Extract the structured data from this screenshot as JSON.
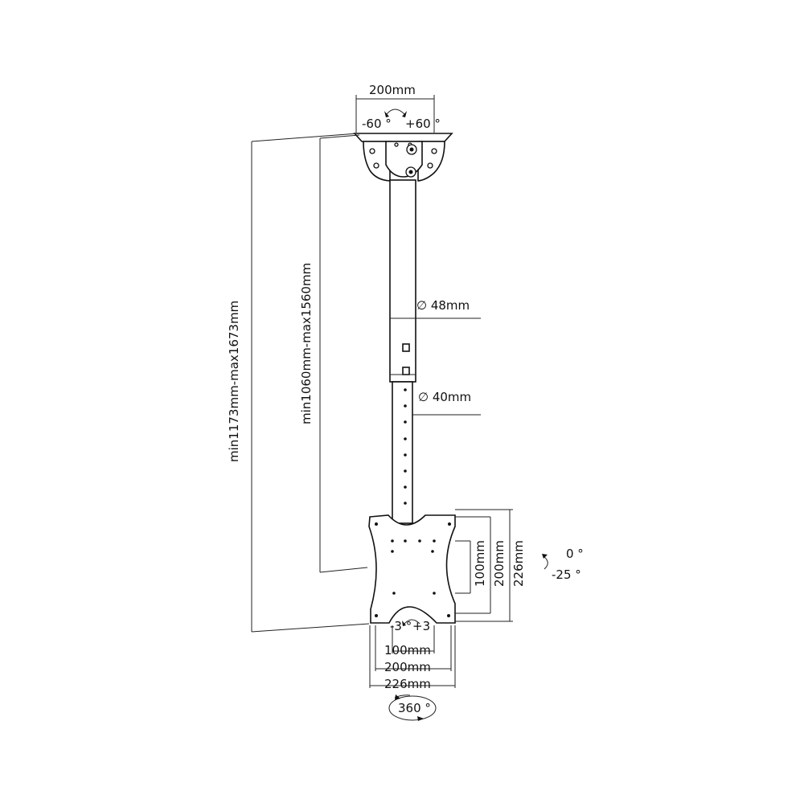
{
  "labels": {
    "top_width": "200mm",
    "top_tilt_neg": "-60 °",
    "top_tilt_pos": "+60 °",
    "tube_upper_diameter": "∅ 48mm",
    "tube_lower_diameter": "∅ 40mm",
    "overall_height": "min1173mm-max1673mm",
    "tube_height": "min1060mm-max1560mm",
    "plate_v_100": "100mm",
    "plate_v_200": "200mm",
    "plate_v_226": "226mm",
    "tilt_zero": "0 °",
    "tilt_neg": "-25 °",
    "rotate_neg": "-3 °",
    "rotate_pos": "+3",
    "plate_h_100": "100mm",
    "plate_h_200": "200mm",
    "plate_h_226": "226mm",
    "swivel": "360 °"
  }
}
